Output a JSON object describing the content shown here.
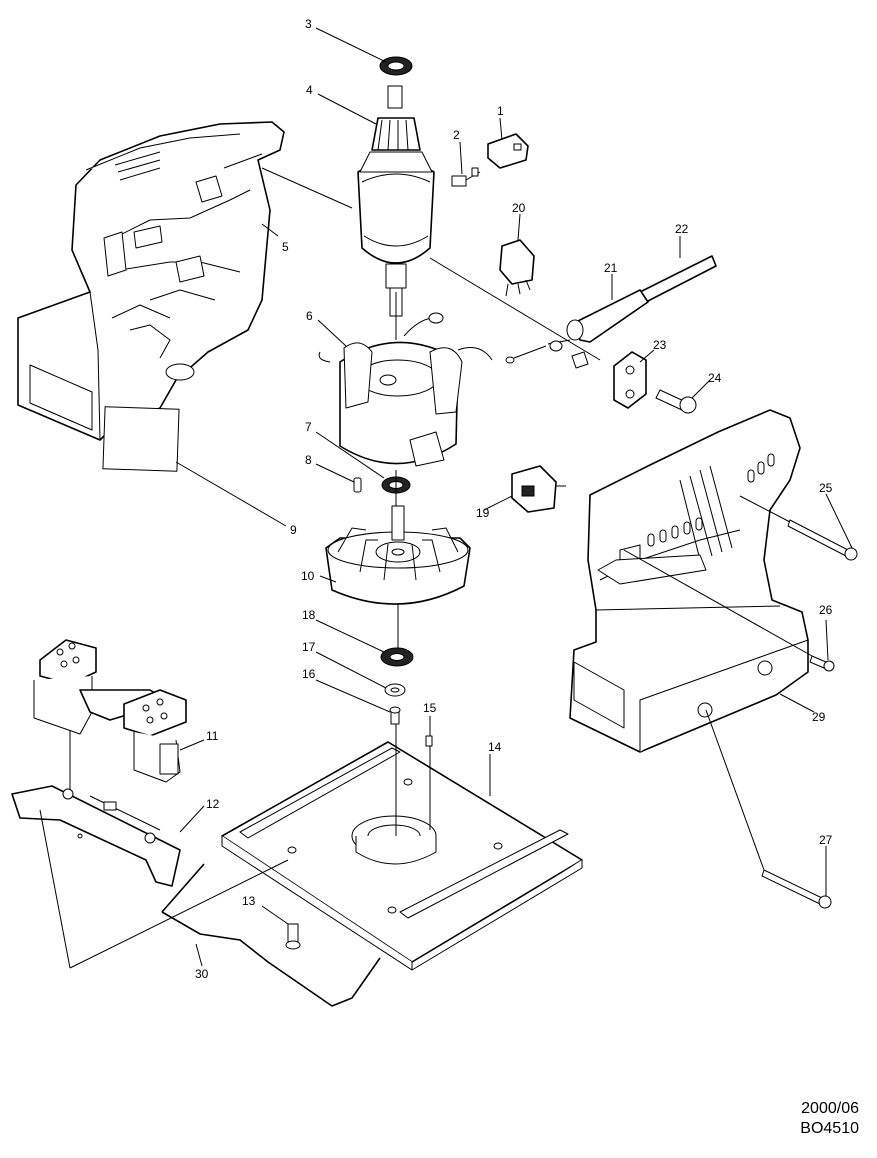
{
  "diagram": {
    "parts": [
      {
        "key": "p1",
        "label": "1"
      },
      {
        "key": "p2",
        "label": "2"
      },
      {
        "key": "p3",
        "label": "3"
      },
      {
        "key": "p4",
        "label": "4"
      },
      {
        "key": "p5",
        "label": "5"
      },
      {
        "key": "p6",
        "label": "6"
      },
      {
        "key": "p7",
        "label": "7"
      },
      {
        "key": "p8",
        "label": "8"
      },
      {
        "key": "p9",
        "label": "9"
      },
      {
        "key": "p10",
        "label": "10"
      },
      {
        "key": "p11",
        "label": "11"
      },
      {
        "key": "p12",
        "label": "12"
      },
      {
        "key": "p13",
        "label": "13"
      },
      {
        "key": "p14",
        "label": "14"
      },
      {
        "key": "p15",
        "label": "15"
      },
      {
        "key": "p16",
        "label": "16"
      },
      {
        "key": "p17",
        "label": "17"
      },
      {
        "key": "p18",
        "label": "18"
      },
      {
        "key": "p19",
        "label": "19"
      },
      {
        "key": "p20",
        "label": "20"
      },
      {
        "key": "p21",
        "label": "21"
      },
      {
        "key": "p22",
        "label": "22"
      },
      {
        "key": "p23",
        "label": "23"
      },
      {
        "key": "p24",
        "label": "24"
      },
      {
        "key": "p25",
        "label": "25"
      },
      {
        "key": "p26",
        "label": "26"
      },
      {
        "key": "p27",
        "label": "27"
      },
      {
        "key": "p29",
        "label": "29"
      },
      {
        "key": "p30",
        "label": "30"
      }
    ]
  },
  "footer": {
    "date": "2000/06",
    "model": "BO4510"
  }
}
